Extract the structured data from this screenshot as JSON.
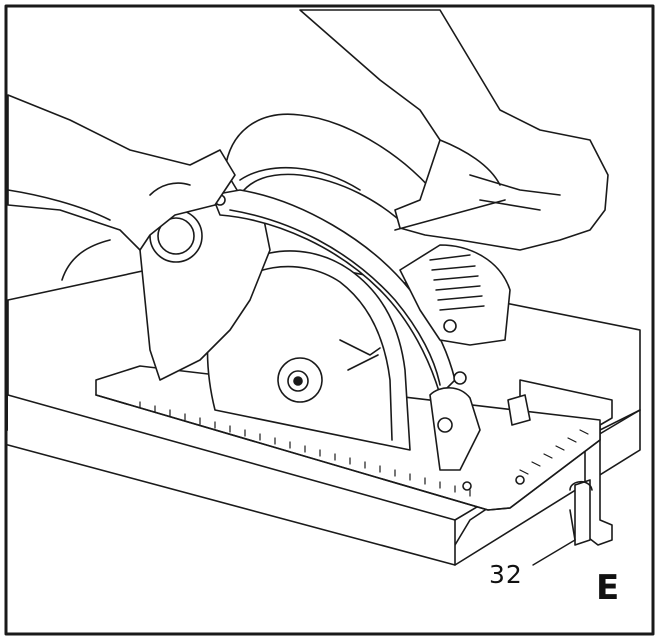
{
  "figure": {
    "callout_number": "32",
    "figure_letter": "E"
  },
  "colors": {
    "line": "#1a1a1a",
    "fill": "#ffffff"
  },
  "subjects": [
    "circular-saw",
    "left-hand",
    "right-hand",
    "workpiece-board",
    "rip-fence-guide",
    "base-plate-scale"
  ]
}
